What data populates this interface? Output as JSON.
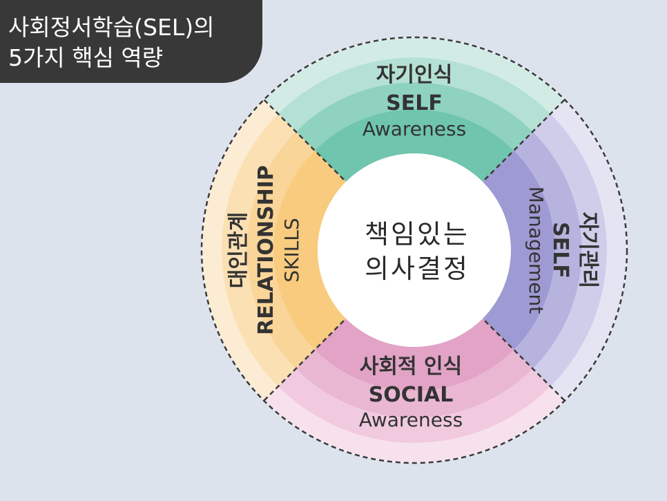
{
  "title": {
    "line1": "사회정서학습(SEL)의",
    "line2": "5가지 핵심 역량"
  },
  "center": {
    "line1": "책임있는",
    "line2": "의사결정"
  },
  "segments": {
    "top": {
      "korean": "자기인식",
      "english_bold": "SELF",
      "english_light": "Awareness",
      "color": "#6fc5ad"
    },
    "right": {
      "korean": "자기관리",
      "english_bold": "SELF",
      "english_light": "Management",
      "color": "#9b97d2"
    },
    "bottom": {
      "korean": "사회적 인식",
      "english_bold": "SOCIAL",
      "english_light": "Awareness",
      "color": "#e2a3c6"
    },
    "left": {
      "korean": "대인관계",
      "english_bold": "RELATIONSHIP",
      "english_light": "SKILLS",
      "color": "#f8cb7a"
    }
  },
  "colors": {
    "background": "#dde3ed",
    "title_box": "#383838"
  }
}
